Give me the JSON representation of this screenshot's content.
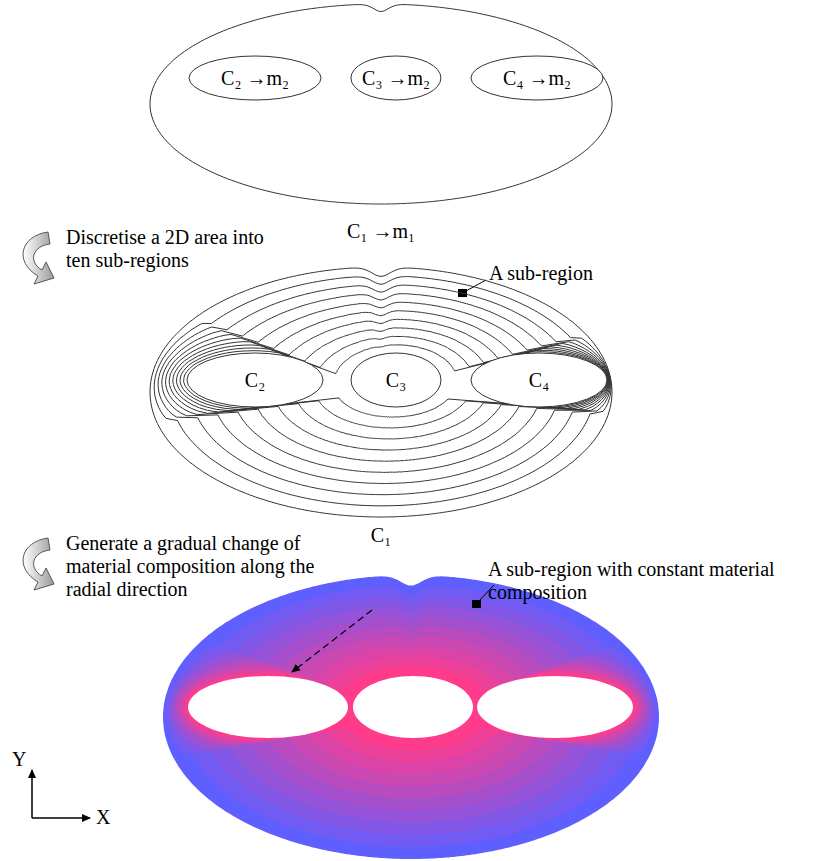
{
  "diagram": {
    "nodes": [
      {
        "text": [
          "C₁ →m₁"
        ]
      },
      {
        "text": [
          "C₂ →m₂"
        ],
        "in": 0
      },
      {
        "text": [
          "C₃ →m₂"
        ],
        "in": 0
      },
      {
        "text": [
          "C₄ →m₂"
        ],
        "in": 0
      },
      {
        "text": [
          "C₁"
        ]
      },
      {
        "text": [
          "C₂"
        ],
        "in": 4
      },
      {
        "text": [
          "C₃"
        ],
        "in": 4
      },
      {
        "text": [
          "C₄"
        ],
        "in": 4
      }
    ],
    "labels": [
      "Discretise a 2D area into ten sub-regions",
      "A sub-region",
      "Generate a gradual change of material composition along the radial direction",
      "A sub-region with constant material composition",
      "Y",
      "X"
    ]
  }
}
